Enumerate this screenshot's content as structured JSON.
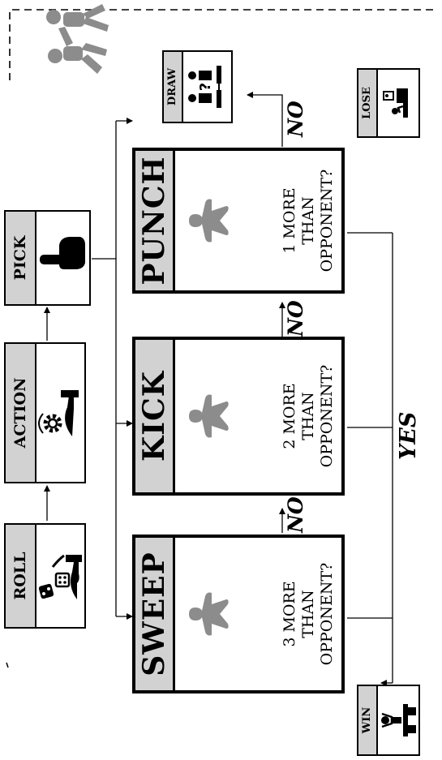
{
  "steps": {
    "roll": "ROLL",
    "action": "ACTION",
    "pick": "PICK"
  },
  "moves": [
    {
      "name": "SWEEP",
      "question": [
        "3 MORE",
        "THAN",
        "OPPONENT?"
      ]
    },
    {
      "name": "KICK",
      "question": [
        "2 MORE",
        "THAN",
        "OPPONENT?"
      ]
    },
    {
      "name": "PUNCH",
      "question": [
        "1 MORE",
        "THAN",
        "OPPONENT?"
      ]
    }
  ],
  "outcomes": {
    "win": "WIN",
    "lose": "LOSE",
    "draw": "DRAW"
  },
  "answers": {
    "no": "NO",
    "yes": "YES"
  },
  "colors": {
    "label_fill": "#d2d2d2",
    "meeple_gray": "#8c8c8c",
    "line": "#000000"
  },
  "icons": [
    "dice-hand-icon",
    "gear-hand-icon",
    "pointing-hand-icon",
    "meeple-icon",
    "trophy-podium-icon",
    "defeated-podium-icon",
    "tied-fighters-icon",
    "fighters-icon"
  ]
}
